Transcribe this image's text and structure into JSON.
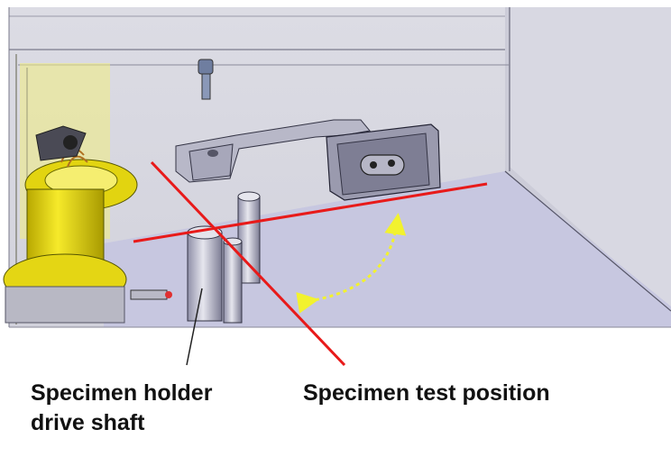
{
  "labels": {
    "holder_line1": "Specimen holder",
    "holder_line2": "drive shaft",
    "test_position": "Specimen test position"
  },
  "colors": {
    "indicator_line": "#e81a1a",
    "rotation_arrow": "#f2f22e",
    "floor": "#c7c7e0",
    "wall": "#d9d9e2",
    "yellow_part": "#f0e010"
  },
  "icons": [
    "rotation-arrow-icon",
    "pointer-arrow-icon"
  ]
}
